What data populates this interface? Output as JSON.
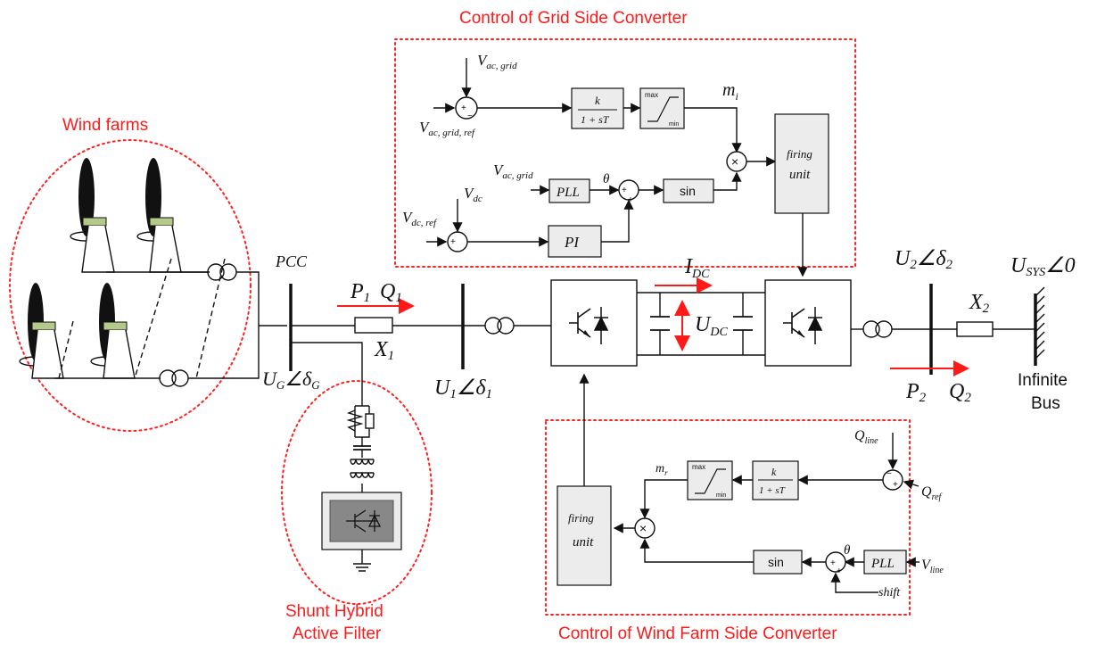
{
  "regions": {
    "grid_control_title": "Control of Grid Side Converter",
    "wind_farms_title": "Wind farms",
    "shunt_filter_title_1": "Shunt Hybrid",
    "shunt_filter_title_2": "Active Filter",
    "wind_control_title": "Control of Wind Farm Side Converter"
  },
  "grid_control": {
    "v_ac_grid": "V",
    "v_ac_grid_sub": "ac, grid",
    "v_ac_grid_ref": "V",
    "v_ac_grid_ref_sub": "ac, grid, ref",
    "v_ac_grid_2": "V",
    "v_ac_grid_2_sub": "ac, grid",
    "v_dc": "V",
    "v_dc_sub": "dc",
    "v_dc_ref": "V",
    "v_dc_ref_sub": "dc, ref",
    "tf_num": "k",
    "tf_den": "1 + sT",
    "limiter_max": "max",
    "limiter_min": "min",
    "m_i": "m",
    "m_i_sub": "i",
    "pll": "PLL",
    "pi": "PI",
    "theta": "θ",
    "sin": "sin",
    "mult": "×",
    "firing_1": "firing",
    "firing_2": "unit"
  },
  "wind_control": {
    "q_line": "Q",
    "q_line_sub": "line",
    "q_ref": "Q",
    "q_ref_sub": "ref",
    "tf_num": "k",
    "tf_den": "1 + sT",
    "limiter_max": "max",
    "limiter_min": "min",
    "m_r": "m",
    "m_r_sub": "r",
    "pll": "PLL",
    "v_line": "V",
    "v_line_sub": "line",
    "theta": "θ",
    "shift": "shift",
    "sin": "sin",
    "mult": "×",
    "firing_1": "firing",
    "firing_2": "unit"
  },
  "power_system": {
    "pcc": "PCC",
    "p1": "P",
    "p1_sub": "1",
    "q1": "Q",
    "q1_sub": "1",
    "x1": "X",
    "x1_sub": "1",
    "ug": "U",
    "ug_sub": "G",
    "ug_angle": "∠δ",
    "ug_angle_sub": "G",
    "u1": "U",
    "u1_sub": "1",
    "u1_angle": "∠δ",
    "u1_angle_sub": "1",
    "idc": "I",
    "idc_sub": "DC",
    "udc": "U",
    "udc_sub": "DC",
    "u2": "U",
    "u2_sub": "2",
    "u2_angle": "∠δ",
    "u2_angle_sub": "2",
    "x2": "X",
    "x2_sub": "2",
    "usys": "U",
    "usys_sub": "SYS",
    "usys_angle": "∠0",
    "p2": "P",
    "p2_sub": "2",
    "q2": "Q",
    "q2_sub": "2",
    "infinite_1": "Infinite",
    "infinite_2": "Bus"
  },
  "colors": {
    "accent": "#ff1a1a",
    "block_fill": "#ececec",
    "blade_tip": "#b5c98a"
  }
}
